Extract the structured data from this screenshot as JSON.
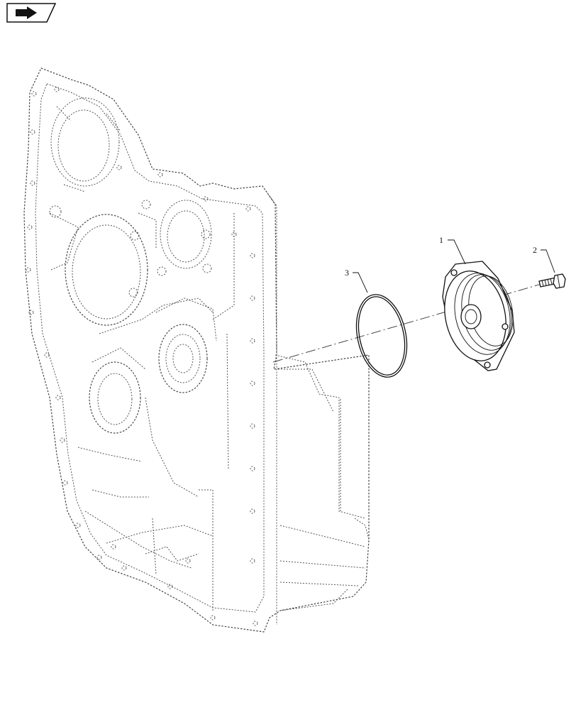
{
  "diagram": {
    "callouts": [
      {
        "id": "1",
        "label": "1"
      },
      {
        "id": "2",
        "label": "2"
      },
      {
        "id": "3",
        "label": "3"
      }
    ]
  },
  "icons": {
    "corner_badge": "forward-arrow-icon"
  }
}
